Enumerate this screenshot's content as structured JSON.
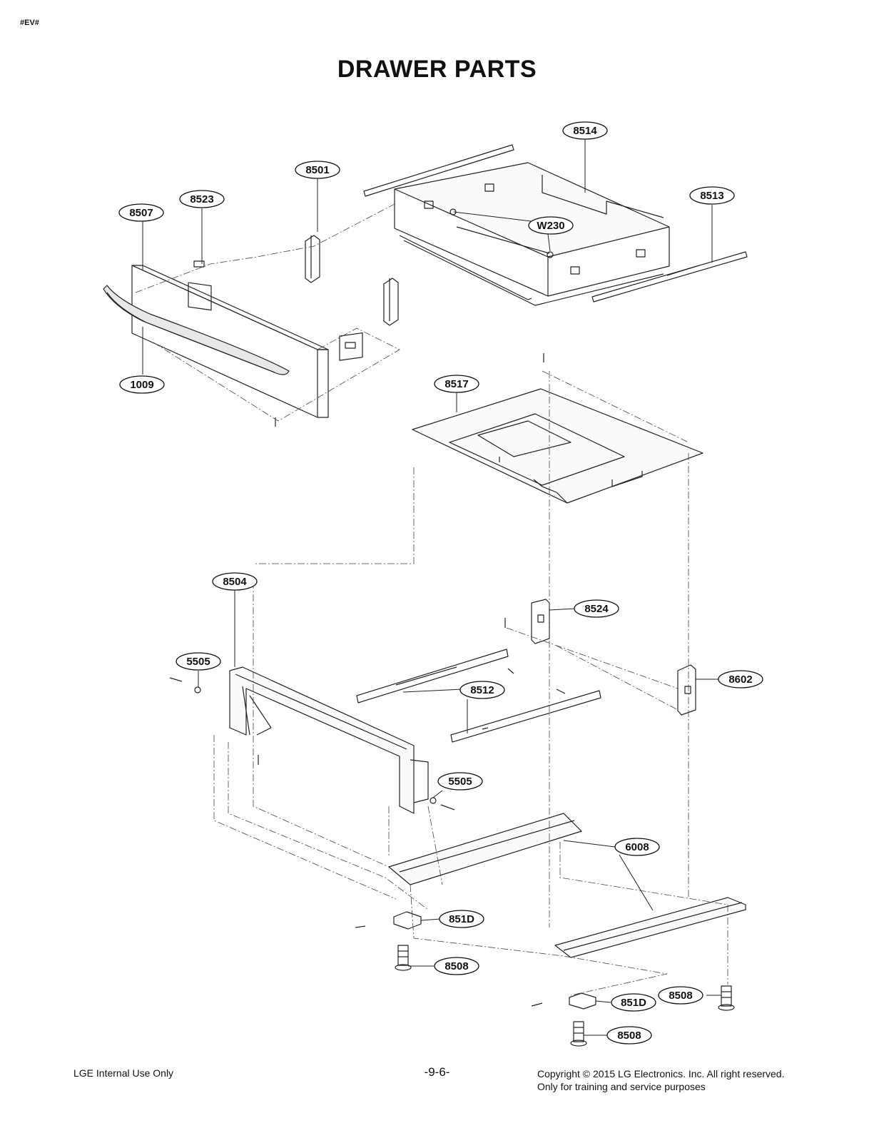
{
  "header": {
    "code": "#EV#",
    "title": "DRAWER PARTS"
  },
  "callouts": [
    {
      "id": "c8514",
      "label": "8514"
    },
    {
      "id": "c8501",
      "label": "8501"
    },
    {
      "id": "c8513",
      "label": "8513"
    },
    {
      "id": "c8523",
      "label": "8523"
    },
    {
      "id": "c8507",
      "label": "8507"
    },
    {
      "id": "cW230",
      "label": "W230"
    },
    {
      "id": "c1009",
      "label": "1009"
    },
    {
      "id": "c8517",
      "label": "8517"
    },
    {
      "id": "c8504",
      "label": "8504"
    },
    {
      "id": "c8524",
      "label": "8524"
    },
    {
      "id": "c5505a",
      "label": "5505"
    },
    {
      "id": "c8602",
      "label": "8602"
    },
    {
      "id": "c8512",
      "label": "8512"
    },
    {
      "id": "c5505b",
      "label": "5505"
    },
    {
      "id": "c6008",
      "label": "6008"
    },
    {
      "id": "c851Da",
      "label": "851D"
    },
    {
      "id": "c8508a",
      "label": "8508"
    },
    {
      "id": "c8508b",
      "label": "8508"
    },
    {
      "id": "c851Db",
      "label": "851D"
    },
    {
      "id": "c8508c",
      "label": "8508"
    }
  ],
  "footer": {
    "left": "LGE Internal Use Only",
    "page": "-9-6-",
    "copyright": "Copyright © 2015 LG Electronics. Inc. All right reserved.",
    "purpose": "Only for training and service purposes"
  }
}
